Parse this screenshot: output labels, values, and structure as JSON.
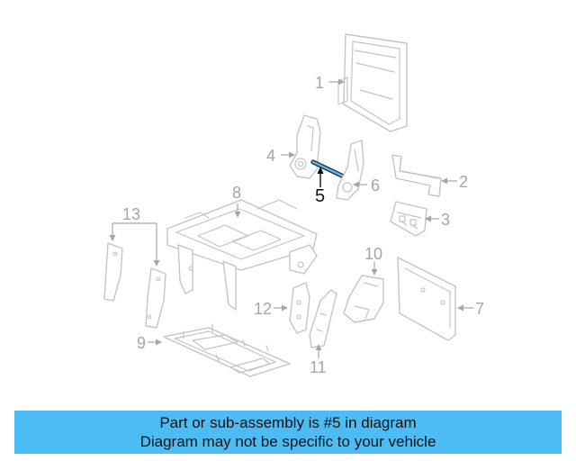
{
  "diagram": {
    "highlight_color": "#4dbbf4",
    "line_color": "#c4c4c4",
    "callouts": {
      "c1": "1",
      "c2": "2",
      "c3": "3",
      "c4": "4",
      "c5": "5",
      "c6": "6",
      "c7": "7",
      "c8": "8",
      "c9": "9",
      "c10": "10",
      "c11": "11",
      "c12": "12",
      "c13": "13"
    },
    "highlighted_part": "5"
  },
  "banner": {
    "line1": "Part or sub-assembly is #5 in diagram",
    "line2": "Diagram may not be specific to your vehicle",
    "background": "#4dbbf4"
  }
}
